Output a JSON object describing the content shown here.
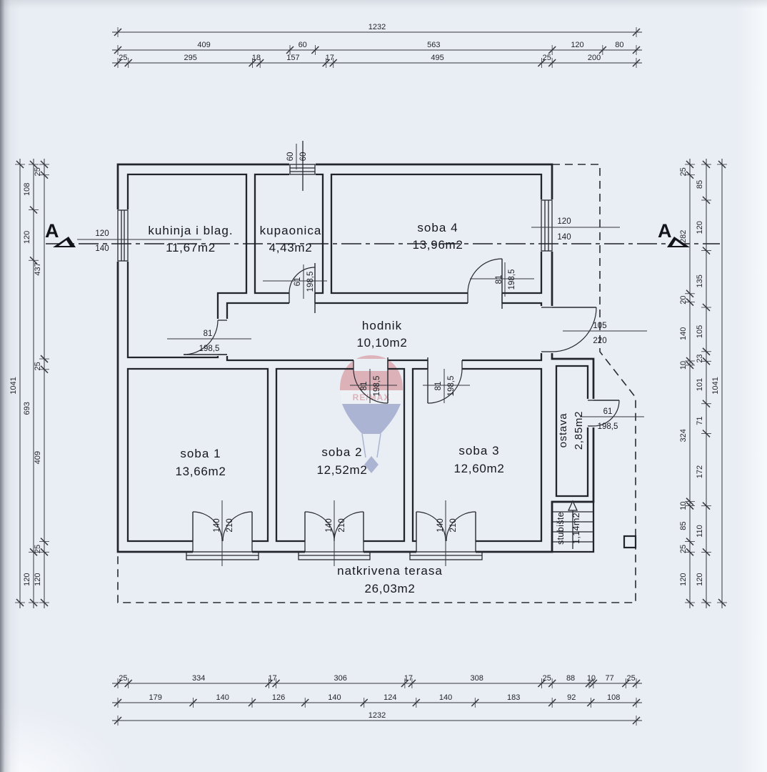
{
  "rooms": [
    {
      "id": "kuhinja",
      "name": "kuhinja i blag.",
      "area": "11,67m2"
    },
    {
      "id": "kupaonica",
      "name": "kupaonica",
      "area": "4,43m2"
    },
    {
      "id": "soba4",
      "name": "soba 4",
      "area": "13,96m2"
    },
    {
      "id": "hodnik",
      "name": "hodnik",
      "area": "10,10m2"
    },
    {
      "id": "soba1",
      "name": "soba 1",
      "area": "13,66m2"
    },
    {
      "id": "soba2",
      "name": "soba 2",
      "area": "12,52m2"
    },
    {
      "id": "soba3",
      "name": "soba 3",
      "area": "12,60m2"
    },
    {
      "id": "ostava",
      "name": "ostava",
      "area": "2,85m2"
    },
    {
      "id": "stubiste",
      "name": "stubište",
      "area": "1,14m2"
    },
    {
      "id": "terasa",
      "name": "natkrivena terasa",
      "area": "26,03m2"
    }
  ],
  "openings": {
    "window_left": {
      "w": "120",
      "h": "140"
    },
    "window_right": {
      "w": "120",
      "h": "140"
    },
    "window_bath": {
      "w": "60",
      "h": "60"
    },
    "door_bath": {
      "w": "61",
      "h": "198,5"
    },
    "door_soba4": {
      "w": "81",
      "h": "198,5"
    },
    "door_kuhinja": {
      "w": "81",
      "h": "198,5"
    },
    "door_soba2": {
      "w": "81",
      "h": "198,5"
    },
    "door_soba3": {
      "w": "81",
      "h": "198,5"
    },
    "door_entry": {
      "w": "105",
      "h": "220"
    },
    "door_ostava": {
      "w": "61",
      "h": "198,5"
    },
    "door_terrace1": {
      "w": "140",
      "h": "210"
    },
    "door_terrace2": {
      "w": "140",
      "h": "210"
    },
    "door_terrace3": {
      "w": "140",
      "h": "210"
    }
  },
  "section": {
    "label": "A"
  },
  "watermark": {
    "text": "RE/MAX"
  },
  "dims": {
    "top": {
      "rows": [
        {
          "values": [
            "1232"
          ]
        },
        {
          "values": [
            "409",
            "60",
            "563",
            "120",
            "80"
          ]
        },
        {
          "values": [
            "25",
            "295",
            "18",
            "157",
            "17",
            "495",
            "25",
            "200"
          ]
        }
      ]
    },
    "bottom": {
      "rows": [
        {
          "values": [
            "25",
            "334",
            "17",
            "306",
            "17",
            "308",
            "25",
            "88",
            "10",
            "77",
            "25"
          ]
        },
        {
          "values": [
            "179",
            "140",
            "126",
            "140",
            "124",
            "140",
            "183",
            "92",
            "108"
          ]
        },
        {
          "values": [
            "1232"
          ]
        }
      ]
    },
    "left": {
      "cols": [
        {
          "values": [
            "1041"
          ]
        },
        {
          "values": [
            "108",
            "120",
            "693",
            "120"
          ]
        },
        {
          "values": [
            "25",
            "437",
            "25",
            "409",
            "25",
            "120"
          ]
        }
      ]
    },
    "right": {
      "cols": [
        {
          "values": [
            "25",
            "282",
            "20",
            "140",
            "10",
            "324",
            "10",
            "85",
            "25",
            "120"
          ]
        },
        {
          "values": [
            "85",
            "120",
            "135",
            "105",
            "23",
            "101",
            "71",
            "172",
            "110",
            "120"
          ]
        },
        {
          "values": [
            "1041"
          ]
        }
      ]
    }
  },
  "colors": {
    "paper": "#e9edf4",
    "ink": "#22242c",
    "watermark_red": "#c33a3e",
    "watermark_blue": "#2c3f90"
  }
}
